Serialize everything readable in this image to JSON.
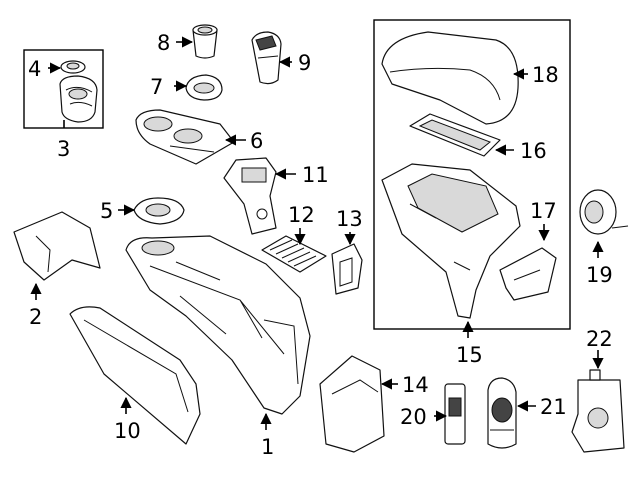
{
  "callouts": {
    "c1": "1",
    "c2": "2",
    "c3": "3",
    "c4": "4",
    "c5": "5",
    "c6": "6",
    "c7": "7",
    "c8": "8",
    "c9": "9",
    "c10": "10",
    "c11": "11",
    "c12": "12",
    "c13": "13",
    "c14": "14",
    "c15": "15",
    "c16": "16",
    "c17": "17",
    "c18": "18",
    "c19": "19",
    "c20": "20",
    "c21": "21",
    "c22": "22"
  },
  "colors": {
    "line": "#111111",
    "shade": "#d9d9d9",
    "background": "#ffffff"
  }
}
